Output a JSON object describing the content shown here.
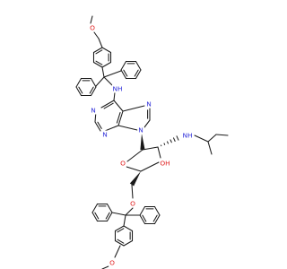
{
  "atoms": {
    "o_methoxy_top": "O",
    "nh_amine_top": "NH",
    "n_purine_1": "N",
    "n_purine_3": "N",
    "n_purine_7": "N",
    "n_purine_9": "N",
    "o_ring": "O",
    "nh_secbutyl": "NH",
    "oh_hydroxyl": "OH",
    "o_ether": "O",
    "o_methoxy_bottom": "O"
  },
  "colors": {
    "bond": "#1a1a1a",
    "nitrogen": "#2b2bd9",
    "oxygen": "#e02020",
    "background": "#ffffff"
  }
}
